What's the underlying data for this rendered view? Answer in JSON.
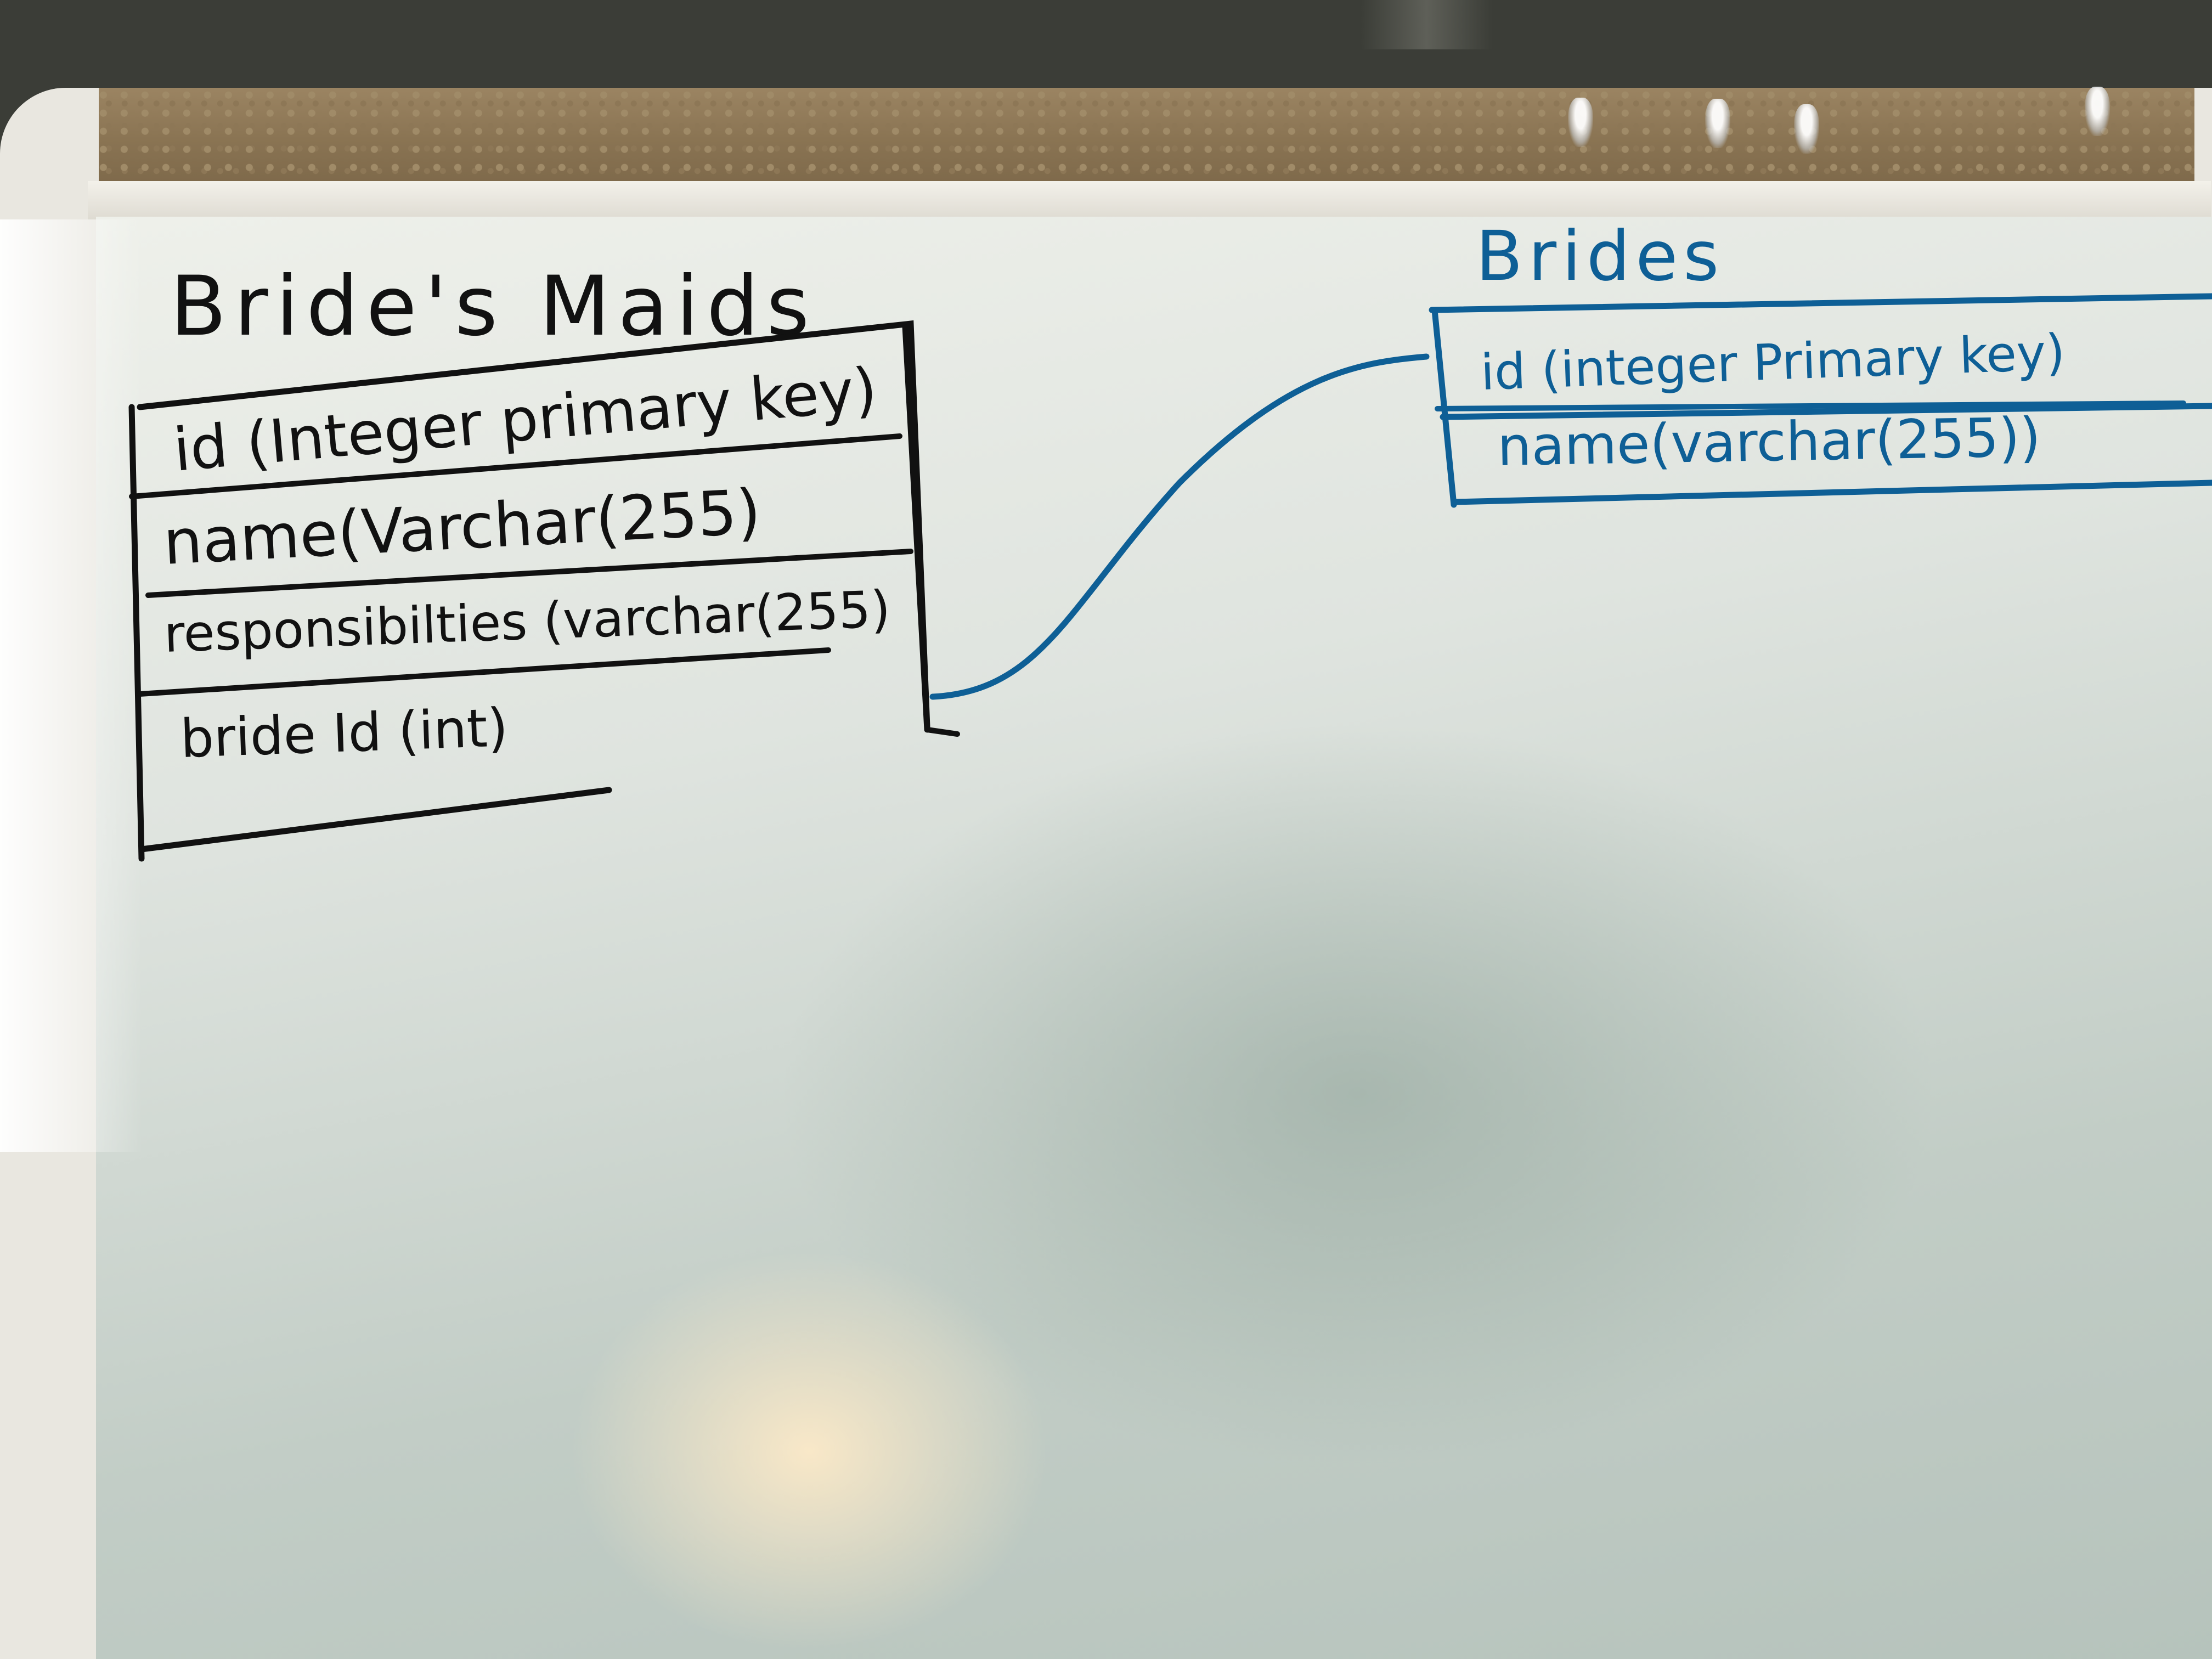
{
  "board": {
    "colors": {
      "black_marker": "#111111",
      "blue_marker": "#0e5f96"
    }
  },
  "tables": [
    {
      "id": "bridesmaids",
      "title": "Bride's Maids",
      "color": "black",
      "fields": [
        "id (Integer primary key)",
        "name(Varchar(255)",
        "responsibilties (varchar(255)",
        "bride Id (int)"
      ]
    },
    {
      "id": "brides",
      "title": "Brides",
      "color": "blue",
      "fields": [
        "id (integer Primary key)",
        "name(varchar(255))"
      ]
    }
  ],
  "relationship": {
    "from": "bride Id (int)",
    "to": "id (integer Primary key)"
  }
}
